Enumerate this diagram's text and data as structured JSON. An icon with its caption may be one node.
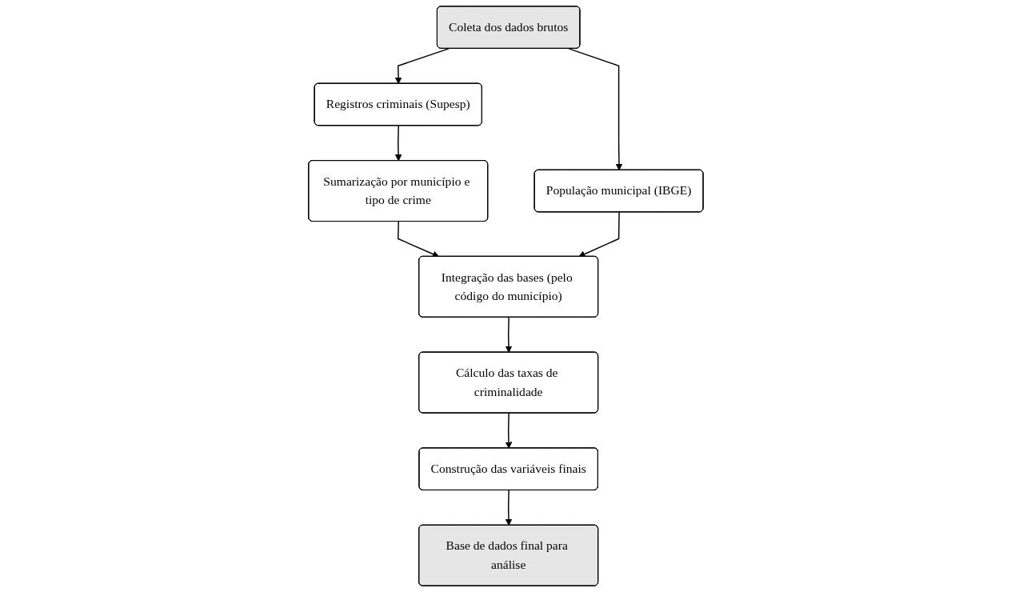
{
  "diagram": {
    "nodes": [
      {
        "text": [
          "Coleta dos dados brutos"
        ]
      },
      {
        "text": [
          "População municipal (IBGE)"
        ]
      },
      {
        "text": [
          "Registros criminais (Supesp)"
        ]
      },
      {
        "text": [
          "Sumarização por município e tipo de crime"
        ]
      },
      {
        "text": [
          "Integração das bases (pelo código do município)"
        ]
      },
      {
        "text": [
          "Cálculo das taxas de criminalidade"
        ]
      },
      {
        "text": [
          "Construção das variáveis finais"
        ]
      },
      {
        "text": [
          "Base de dados final para análise"
        ]
      }
    ],
    "edges": [
      {
        "from": 0,
        "to": 1,
        "arrow": "to"
      },
      {
        "from": 0,
        "to": 2,
        "arrow": "to"
      },
      {
        "from": 2,
        "to": 3,
        "arrow": "to"
      },
      {
        "from": 3,
        "to": 4,
        "arrow": "to"
      },
      {
        "from": 1,
        "to": 4,
        "arrow": "to"
      },
      {
        "from": 4,
        "to": 5,
        "arrow": "to"
      },
      {
        "from": 5,
        "to": 6,
        "arrow": "to"
      },
      {
        "from": 6,
        "to": 7,
        "arrow": "to"
      }
    ]
  }
}
